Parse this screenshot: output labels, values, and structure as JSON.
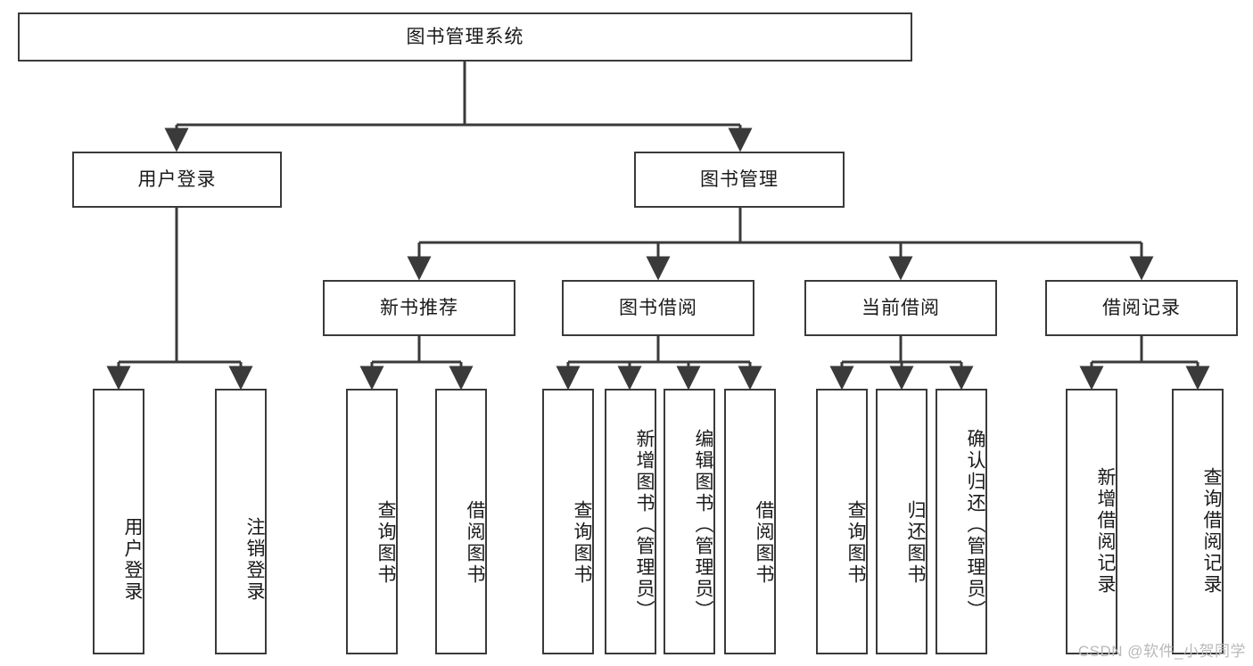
{
  "diagram": {
    "title_node": {
      "id": "root",
      "label": "图书管理系统"
    },
    "level1": [
      {
        "id": "login",
        "label": "用户登录"
      },
      {
        "id": "bookmgmt",
        "label": "图书管理"
      }
    ],
    "level2": [
      {
        "id": "newbook",
        "label": "新书推荐"
      },
      {
        "id": "borrow",
        "label": "图书借阅"
      },
      {
        "id": "current",
        "label": "当前借阅"
      },
      {
        "id": "records",
        "label": "借阅记录"
      }
    ],
    "leaves": [
      {
        "id": "leaf-user-login",
        "label": "用户登录",
        "parent": "login"
      },
      {
        "id": "leaf-user-logout",
        "label": "注销登录",
        "parent": "login"
      },
      {
        "id": "leaf-query-book-1",
        "label": "查询图书",
        "parent": "newbook"
      },
      {
        "id": "leaf-borrow-book-1",
        "label": "借阅图书",
        "parent": "newbook"
      },
      {
        "id": "leaf-query-book-2",
        "label": "查询图书",
        "parent": "borrow"
      },
      {
        "id": "leaf-add-book",
        "label": "新增图书（管理员）",
        "parent": "borrow"
      },
      {
        "id": "leaf-edit-book",
        "label": "编辑图书（管理员）",
        "parent": "borrow"
      },
      {
        "id": "leaf-borrow-book-2",
        "label": "借阅图书",
        "parent": "borrow"
      },
      {
        "id": "leaf-query-book-3",
        "label": "查询图书",
        "parent": "current"
      },
      {
        "id": "leaf-return-book",
        "label": "归还图书",
        "parent": "current"
      },
      {
        "id": "leaf-confirm-return",
        "label": "确认归还（管理员）",
        "parent": "current"
      },
      {
        "id": "leaf-add-record",
        "label": "新增借阅记录",
        "parent": "records"
      },
      {
        "id": "leaf-query-record",
        "label": "查询借阅记录",
        "parent": "records"
      }
    ],
    "colors": {
      "stroke": "#3a3a3a",
      "fill": "#ffffff",
      "text": "#1a1a1a",
      "watermark": "#b9b9b9"
    }
  },
  "watermark": {
    "text": "CSDN @软件_小贺同学"
  }
}
